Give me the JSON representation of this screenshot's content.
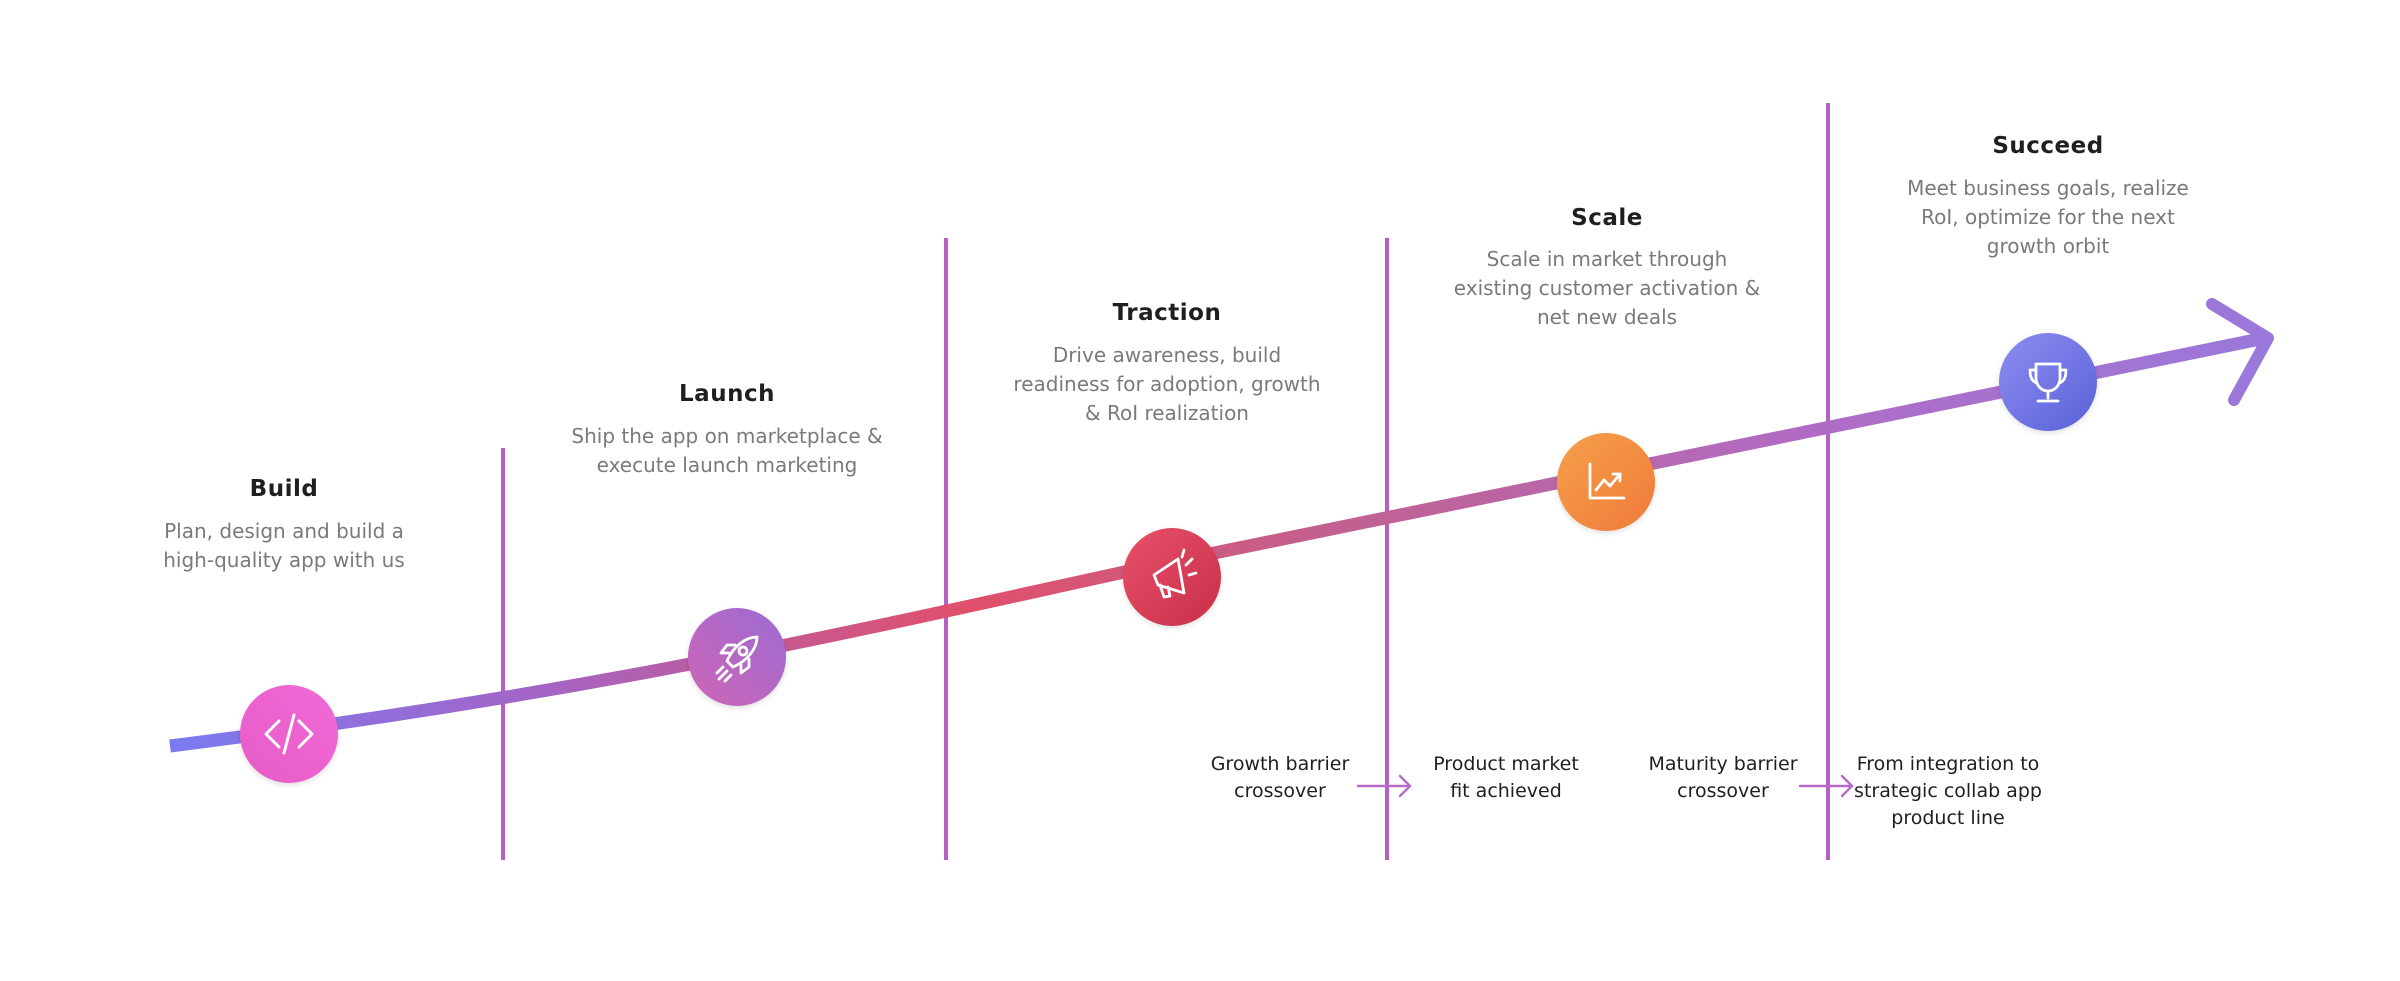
{
  "colors": {
    "divider": "#b65fc4",
    "path_gradient": [
      "#7b7bf0",
      "#a265c8",
      "#e0506a",
      "#c2608f",
      "#b06cc4",
      "#9a78dc"
    ],
    "note_arrow": "#b86ac8",
    "build": [
      "#e75bc6",
      "#f06ad8"
    ],
    "launch": [
      "#d064b6",
      "#9a6cd2"
    ],
    "traction": [
      "#e8516a",
      "#c82e48"
    ],
    "scale": [
      "#f5a04a",
      "#f07a3a"
    ],
    "succeed": [
      "#8d8cf0",
      "#5a62d8"
    ]
  },
  "stages": [
    {
      "key": "build",
      "title": "Build",
      "description_lines": [
        "Plan, design and build a",
        "high-quality app with us"
      ],
      "icon": "code-icon"
    },
    {
      "key": "launch",
      "title": "Launch",
      "description_lines": [
        "Ship the app on marketplace &",
        "execute launch marketing"
      ],
      "icon": "rocket-icon"
    },
    {
      "key": "traction",
      "title": "Traction",
      "description_lines": [
        "Drive awareness, build",
        "readiness for adoption, growth",
        "& RoI realization"
      ],
      "icon": "megaphone-icon"
    },
    {
      "key": "scale",
      "title": "Scale",
      "description_lines": [
        "Scale in market through",
        "existing customer activation &",
        "net new deals"
      ],
      "icon": "chart-growth-icon"
    },
    {
      "key": "succeed",
      "title": "Succeed",
      "description_lines": [
        "Meet business goals, realize",
        "RoI, optimize for the next",
        "growth orbit"
      ],
      "icon": "trophy-icon"
    }
  ],
  "notes": [
    {
      "key": "growth-barrier",
      "lines": [
        "Growth barrier",
        "crossover"
      ]
    },
    {
      "key": "product-market-fit",
      "lines": [
        "Product market",
        "fit achieved"
      ]
    },
    {
      "key": "maturity-barrier",
      "lines": [
        "Maturity barrier",
        "crossover"
      ]
    },
    {
      "key": "strategic-collab",
      "lines": [
        "From integration to",
        "strategic collab app",
        "product line"
      ]
    }
  ]
}
